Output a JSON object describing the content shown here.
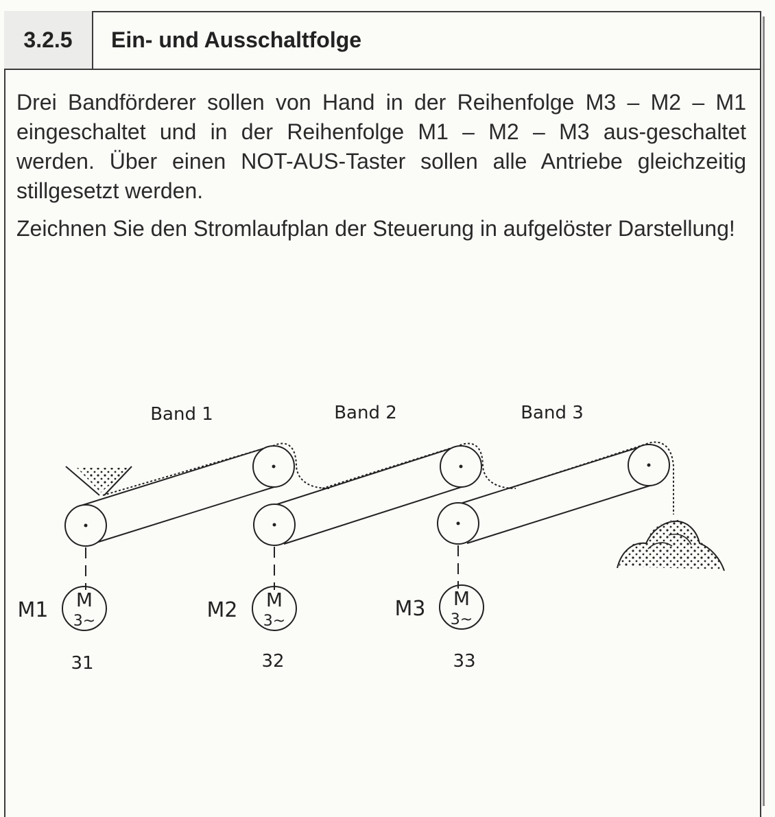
{
  "section": {
    "number": "3.2.5",
    "title": "Ein- und Ausschaltfolge"
  },
  "paragraphs": [
    "Drei Bandförderer sollen von Hand in der Reihenfolge M3 – M2 – M1 eingeschaltet und in der Reihenfolge M1 – M2 – M3 aus-geschaltet werden. Über einen NOT-AUS-Taster sollen alle Antriebe gleichzeitig stillgesetzt werden.",
    "Zeichnen Sie den Stromlaufplan der Steuerung in aufgelöster Darstellung!"
  ],
  "conveyors": [
    {
      "label": "Band 1",
      "motor": "M1",
      "number": "31"
    },
    {
      "label": "Band 2",
      "motor": "M2",
      "number": "32"
    },
    {
      "label": "Band 3",
      "motor": "M3",
      "number": "33"
    }
  ],
  "motor_symbol": {
    "letter": "M",
    "phase": "3~"
  }
}
